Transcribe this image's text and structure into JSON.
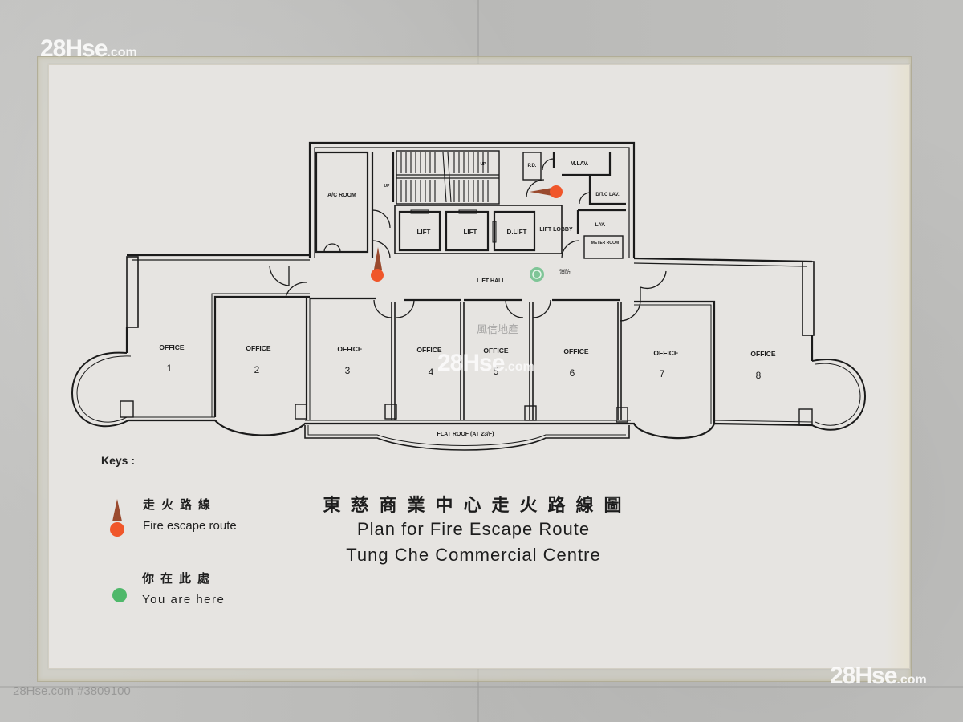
{
  "watermarks": {
    "top_left": {
      "brand": "28Hse",
      "suffix": ".com"
    },
    "center": {
      "brand": "28Hse",
      "suffix": ".com"
    },
    "bottom_right": {
      "brand": "28Hse",
      "suffix": ".com"
    },
    "bottom_left_id": "28Hse.com #3809100",
    "agency": "風信地產"
  },
  "plan": {
    "rooms": {
      "ac_room": "A/C ROOM",
      "lift1": "LIFT",
      "lift2": "LIFT",
      "dlift": "D.LIFT",
      "lift_lobby": "LIFT LOBBY",
      "lift_hall": "LIFT HALL",
      "pd": "P.D.",
      "mlav": "M.LAV.",
      "dtc_lav": "D/T.C LAV.",
      "lav": "LAV.",
      "meter_room": "METER ROOM",
      "up_1": "UP",
      "up_2": "UP",
      "flat_roof": "FLAT ROOF (AT 23/F)",
      "fire_hose": "消防"
    },
    "offices": [
      {
        "label": "OFFICE",
        "number": "1"
      },
      {
        "label": "OFFICE",
        "number": "2"
      },
      {
        "label": "OFFICE",
        "number": "3"
      },
      {
        "label": "OFFICE",
        "number": "4"
      },
      {
        "label": "OFFICE",
        "number": "5"
      },
      {
        "label": "OFFICE",
        "number": "6"
      },
      {
        "label": "OFFICE",
        "number": "7"
      },
      {
        "label": "OFFICE",
        "number": "8"
      }
    ],
    "markers": {
      "fire_escape_color": "#f0562a",
      "arrow_color": "#9a4a2e",
      "you_are_here_color": "#4fb86a"
    }
  },
  "keys": {
    "title": "Keys :",
    "items": [
      {
        "name_cn": "走火路線",
        "name_en": "Fire escape route",
        "icon": "fire-escape-arrow-icon",
        "color": "#f0562a"
      },
      {
        "name_cn": "你在此處",
        "name_en": "You are here",
        "icon": "you-are-here-dot-icon",
        "color": "#4fb86a"
      }
    ]
  },
  "title": {
    "cn": "東慈商業中心走火路線圖",
    "en_line1": "Plan for Fire Escape Route",
    "en_line2": "Tung Che Commercial Centre"
  }
}
